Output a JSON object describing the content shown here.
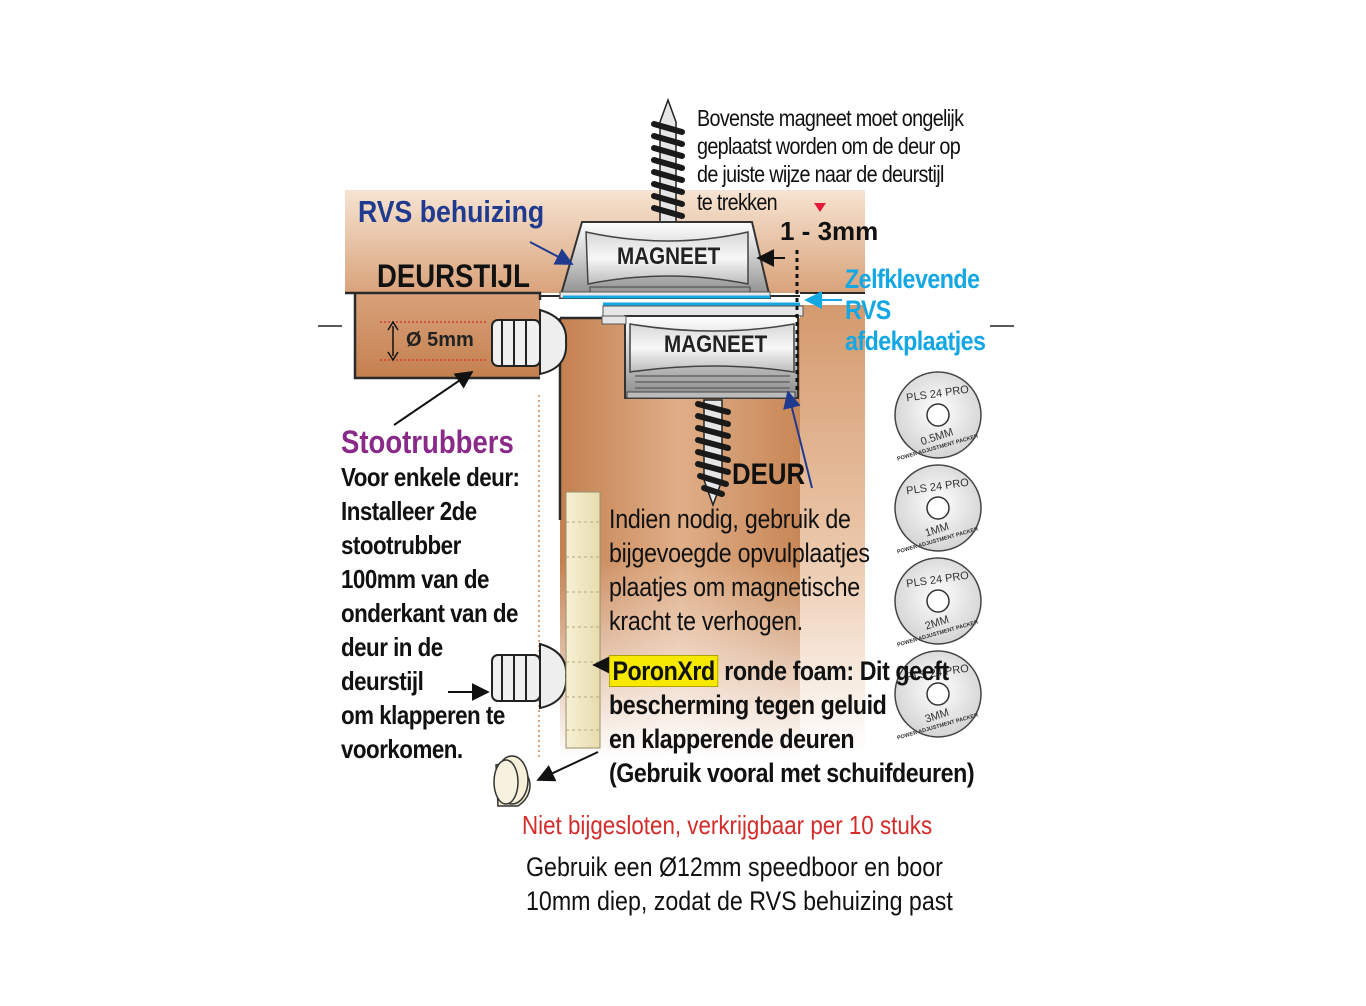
{
  "labels": {
    "top_note": [
      "Bovenste magneet moet ongelijk",
      "geplaatst worden om de deur op",
      "de juiste wijze naar de deurstijl",
      "te trekken"
    ],
    "rvs_behuizing": "RVS behuizing",
    "deurstijl": "DEURSTIJL",
    "magneet_top": "MAGNEET",
    "magneet_bottom": "MAGNEET",
    "gap": "1 - 3mm",
    "zelfklevende": [
      "Zelfklevende",
      "RVS",
      "afdekplaatjes"
    ],
    "diameter": "Ø 5mm",
    "deur": "DEUR",
    "stootrubbers_title": "Stootrubbers",
    "stootrubbers_body": [
      "Voor enkele deur:",
      "Installeer 2de",
      "stootrubber",
      "100mm van de",
      "onderkant van de",
      "deur in de",
      "deurstijl",
      "om klapperen te",
      "voorkomen."
    ],
    "indien": [
      "Indien nodig, gebruik de",
      "bijgevoegde opvulplaatjes",
      "plaatjes om magnetische",
      "kracht te verhogen."
    ],
    "poron_tag": "PoronXrd",
    "poron_first_rest": " ronde foam: Dit geeft",
    "poron_lines": [
      "bescherming tegen geluid",
      "en klapperende deuren",
      "(Gebruik vooral met schuifdeuren)"
    ],
    "niet_bijgesloten": "Niet bijgesloten, verkrijgbaar per 10 stuks",
    "gebruik": [
      "Gebruik een Ø12mm speedboor en boor",
      "10mm diep, zodat de RVS behuizing past"
    ]
  },
  "packers": [
    {
      "brand": "PLS 24 PRO",
      "size": "0.5MM",
      "caption": "POWER ADJUSTMENT PACKER"
    },
    {
      "brand": "PLS 24 PRO",
      "size": "1MM",
      "caption": "POWER ADJUSTMENT PACKER"
    },
    {
      "brand": "PLS 24 PRO",
      "size": "2MM",
      "caption": "POWER ADJUSTMENT PACKER"
    },
    {
      "brand": "PLS 24 PRO",
      "size": "3MM",
      "caption": "POWER ADJUSTMENT PACKER"
    }
  ],
  "colors": {
    "wood": "#c98a5a",
    "wood_light": "#f3ddc8",
    "rvs_blue": "#203a8f",
    "cyan": "#13a7e3",
    "purple": "#8a2a88",
    "red": "#d42b2b",
    "poron_yellow": "#f7e800"
  }
}
